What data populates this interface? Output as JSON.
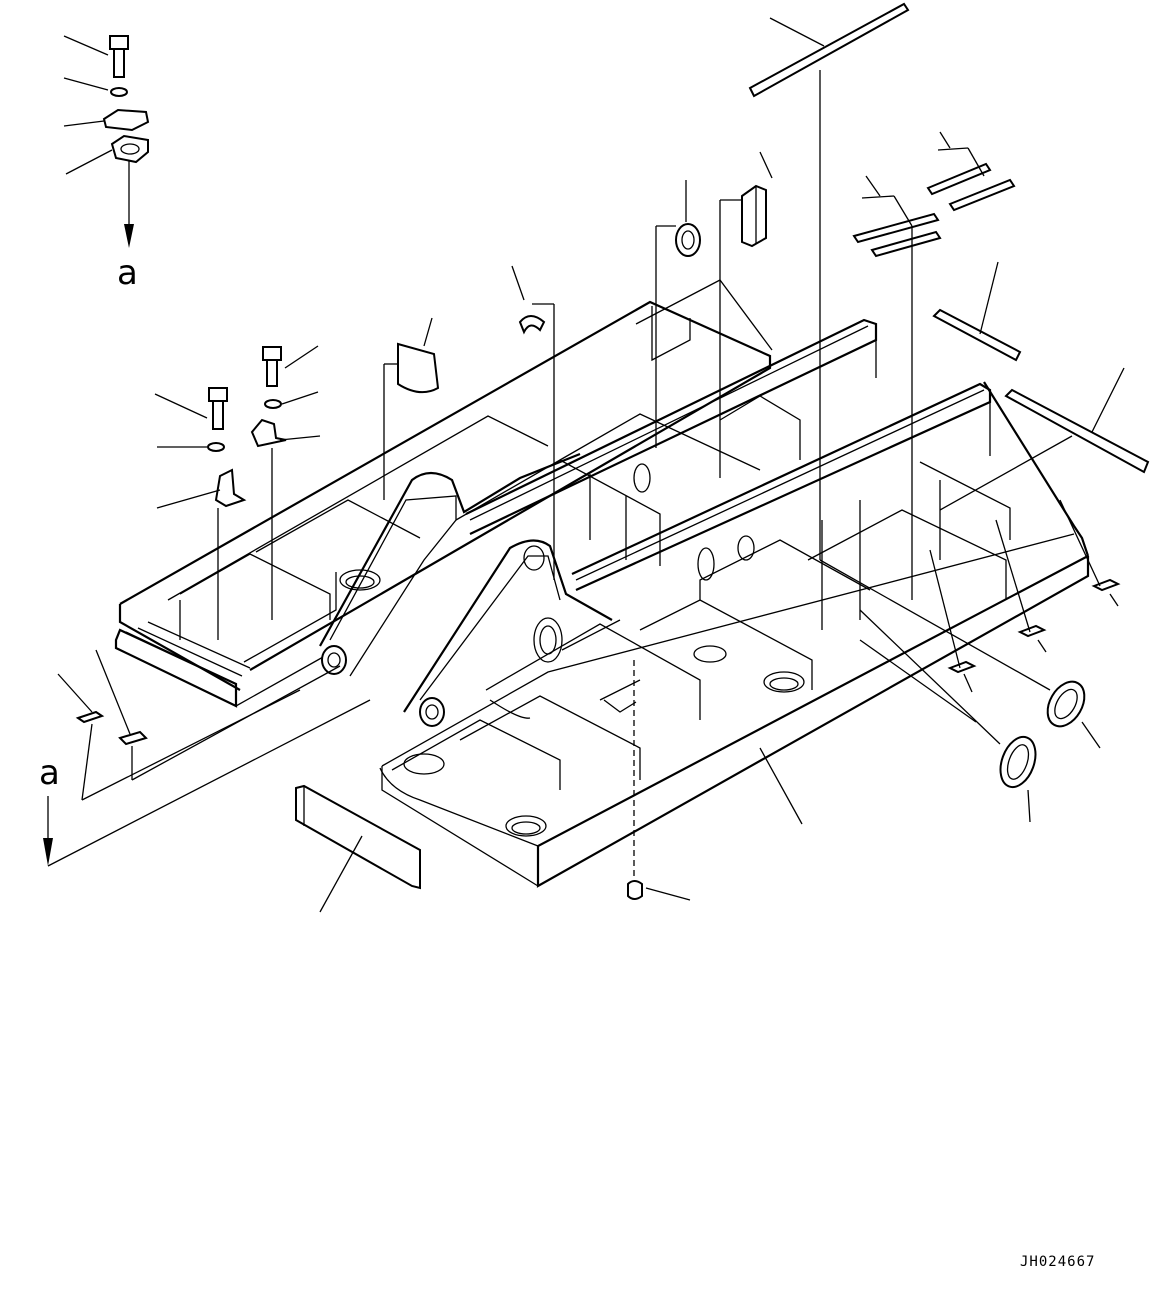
{
  "diagram": {
    "section_marker_top": "a",
    "section_marker_bottom": "a",
    "drawing_code": "JH024667"
  },
  "colors": {
    "line": "#000000",
    "background": "#ffffff"
  }
}
